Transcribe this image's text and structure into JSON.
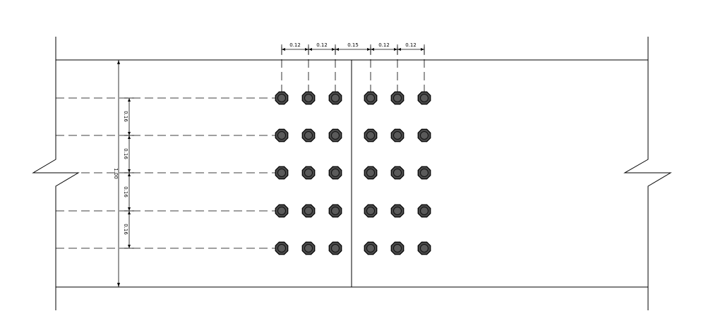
{
  "drawing": {
    "horizontal_dimensions": [
      "0.12",
      "0.12",
      "0.15",
      "0.12",
      "0.12"
    ],
    "vertical_dimensions": [
      "0.16",
      "0.16",
      "0.16",
      "0.16"
    ],
    "overall_height_label": "1.00",
    "bolt_grid": {
      "rows": 5,
      "columns": 6
    }
  }
}
